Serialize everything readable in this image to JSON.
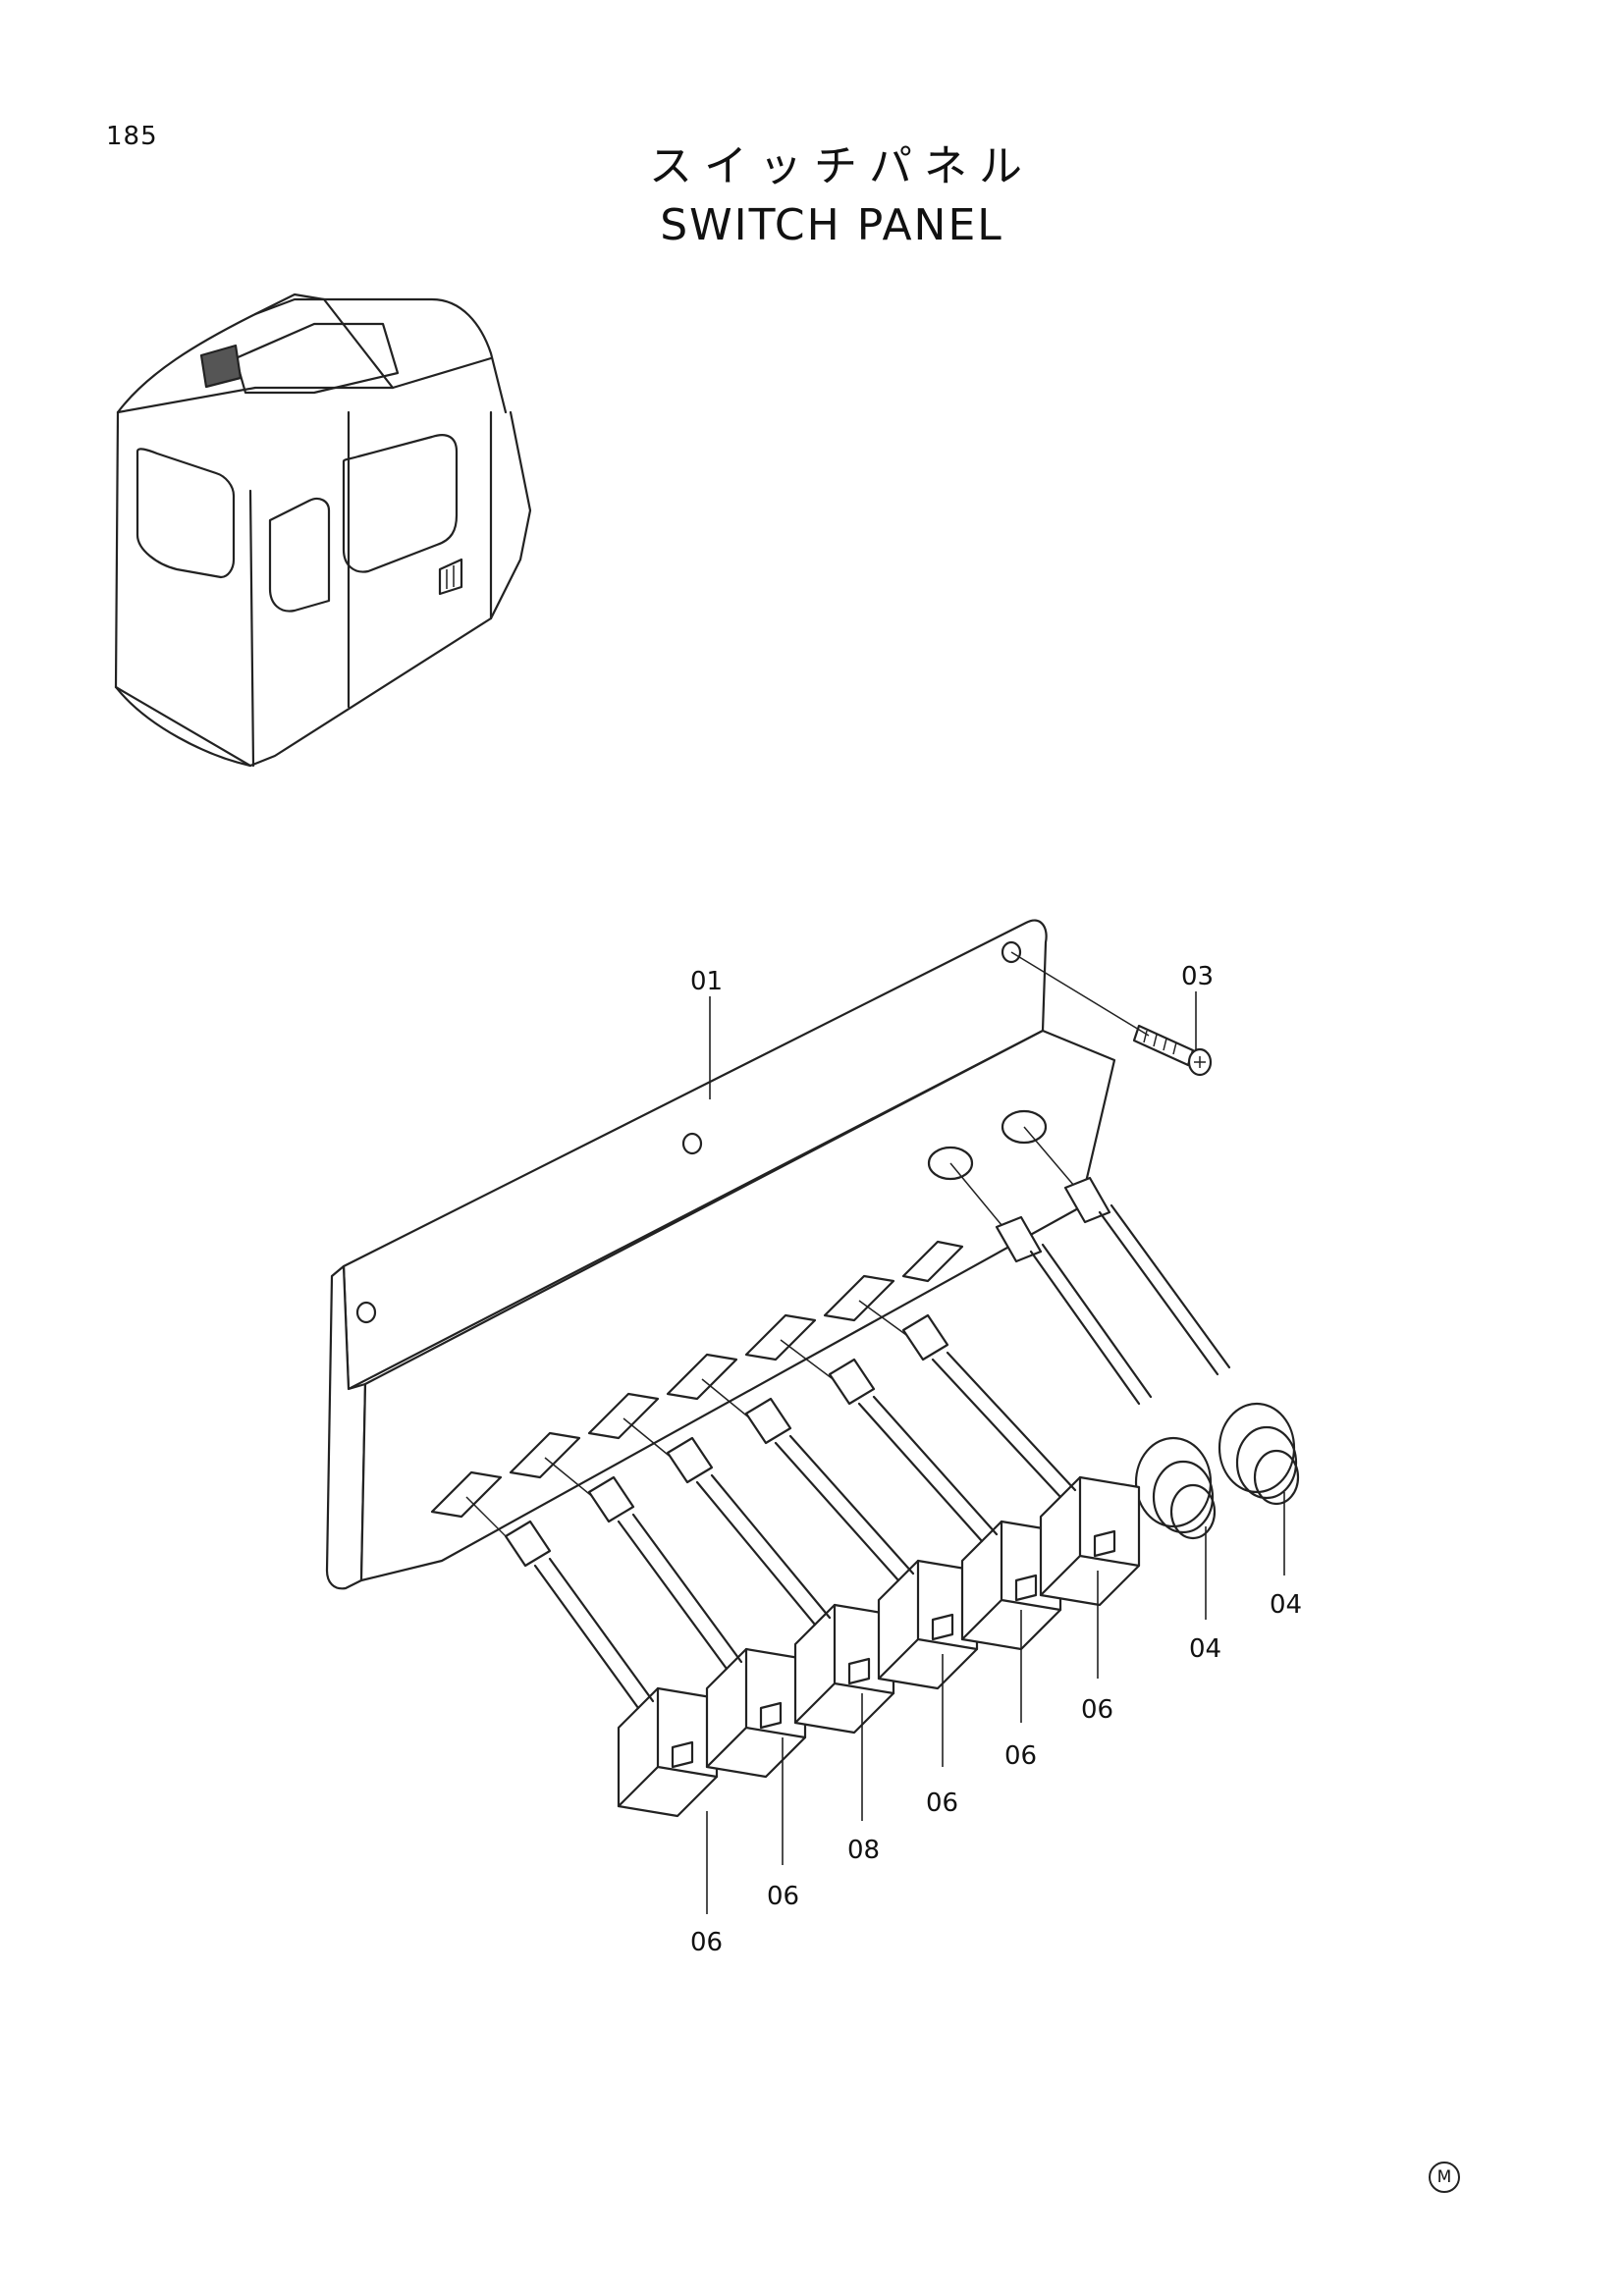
{
  "page": {
    "number": "185",
    "title_jp": "スイッチパネル",
    "title_en": "SWITCH PANEL",
    "mark": "M"
  },
  "callouts": [
    {
      "id": "c01",
      "label": "01"
    },
    {
      "id": "c03",
      "label": "03"
    },
    {
      "id": "c04a",
      "label": "04"
    },
    {
      "id": "c04b",
      "label": "04"
    },
    {
      "id": "c06a",
      "label": "06"
    },
    {
      "id": "c06b",
      "label": "06"
    },
    {
      "id": "c06c",
      "label": "06"
    },
    {
      "id": "c06d",
      "label": "06"
    },
    {
      "id": "c06e",
      "label": "06"
    },
    {
      "id": "c08",
      "label": "08"
    }
  ]
}
